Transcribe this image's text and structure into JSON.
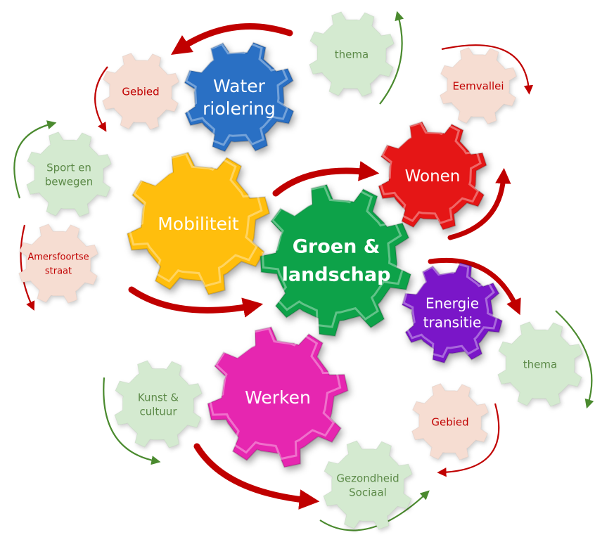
{
  "colors": {
    "blue": "#2b6fc4",
    "green": "#0fa24a",
    "yellow": "#ffbe0b",
    "red": "#e51616",
    "purple": "#7a18c8",
    "magenta": "#e627b0",
    "light_green": "#d4ead0",
    "light_peach": "#f6ddd2",
    "arrow_red": "#c00000",
    "arrow_green": "#4a8a2e",
    "text_green": "#5c8a48",
    "text_red": "#c00000"
  },
  "diagram": {
    "main_gears": [
      {
        "key": "water",
        "line1": "Water",
        "line2": "riolering",
        "color": "blue"
      },
      {
        "key": "mobiliteit",
        "line1": "Mobiliteit",
        "line2": "",
        "color": "yellow"
      },
      {
        "key": "groen",
        "line1": "Groen &",
        "line2": "landschap",
        "color": "green"
      },
      {
        "key": "wonen",
        "line1": "Wonen",
        "line2": "",
        "color": "red"
      },
      {
        "key": "energie",
        "line1": "Energie",
        "line2": "transitie",
        "color": "purple"
      },
      {
        "key": "werken",
        "line1": "Werken",
        "line2": "",
        "color": "magenta"
      }
    ],
    "small_gears": [
      {
        "key": "thema-top",
        "line1": "thema",
        "line2": "",
        "color": "light_green",
        "text_color": "text_green"
      },
      {
        "key": "gebied-top",
        "line1": "Gebied",
        "line2": "",
        "color": "light_peach",
        "text_color": "text_red"
      },
      {
        "key": "eemvallei",
        "line1": "Eemvallei",
        "line2": "",
        "color": "light_peach",
        "text_color": "text_red"
      },
      {
        "key": "sport",
        "line1": "Sport en",
        "line2": "bewegen",
        "color": "light_green",
        "text_color": "text_green"
      },
      {
        "key": "amersfoortse",
        "line1": "Amersfoortse",
        "line2": "straat",
        "color": "light_peach",
        "text_color": "text_red"
      },
      {
        "key": "thema-right",
        "line1": "thema",
        "line2": "",
        "color": "light_green",
        "text_color": "text_green"
      },
      {
        "key": "kunst",
        "line1": "Kunst &",
        "line2": "cultuur",
        "color": "light_green",
        "text_color": "text_green"
      },
      {
        "key": "gebied-bottom",
        "line1": "Gebied",
        "line2": "",
        "color": "light_peach",
        "text_color": "text_red"
      },
      {
        "key": "gezondheid",
        "line1": "Gezondheid",
        "line2": "Sociaal",
        "color": "light_green",
        "text_color": "text_green"
      }
    ]
  }
}
